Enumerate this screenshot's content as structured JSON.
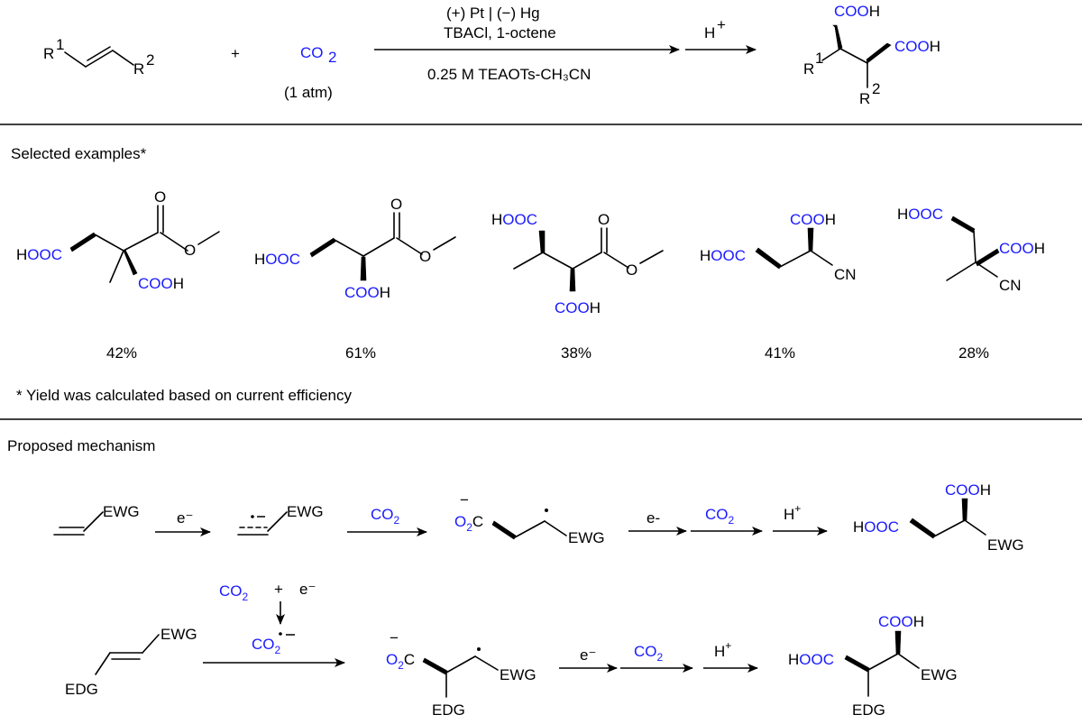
{
  "reaction": {
    "reactant_r1": "R",
    "reactant_r1_sup": "1",
    "reactant_r2": "R",
    "reactant_r2_sup": "2",
    "plus": "+",
    "co2": "CO",
    "co2_sub": "2",
    "co2_pressure": "(1 atm)",
    "cond_line1": "(+) Pt  | (−) Hg",
    "cond_line2": "TBACl, 1-octene",
    "cond_line3": "0.25  M TEAOTs-CH₃CN",
    "acid": "H",
    "acid_sup": "+",
    "product_cooh_top": "COOH",
    "product_cooh_right": "COOH",
    "product_r1": "R",
    "product_r1_sup": "1",
    "product_r2": "R",
    "product_r2_sup": "2"
  },
  "examples": {
    "heading": "Selected examples*",
    "yields": [
      "42%",
      "61%",
      "38%",
      "41%",
      "28%"
    ],
    "footnote": "* Yield was calculated based on current efficiency",
    "labels": {
      "hooc": "HOOC",
      "cooh": "COOH",
      "o": "O",
      "cn": "CN"
    }
  },
  "mechanism": {
    "heading": "Proposed mechanism",
    "ewg": "EWG",
    "edg": "EDG",
    "e_minus": "e⁻",
    "e_minus_alt": "e-",
    "co2": "CO",
    "co2_sub": "2",
    "h_plus": "H",
    "h_plus_sup": "+",
    "o2c": "O",
    "o2c_sub": "2",
    "o2c_c": "C",
    "minus": "−",
    "hooc": "HOOC",
    "cooh": "COOH",
    "plus": "+",
    "co2_radical_anion": "CO"
  },
  "colors": {
    "blue_text": "#1a1aff",
    "black": "#000000"
  }
}
